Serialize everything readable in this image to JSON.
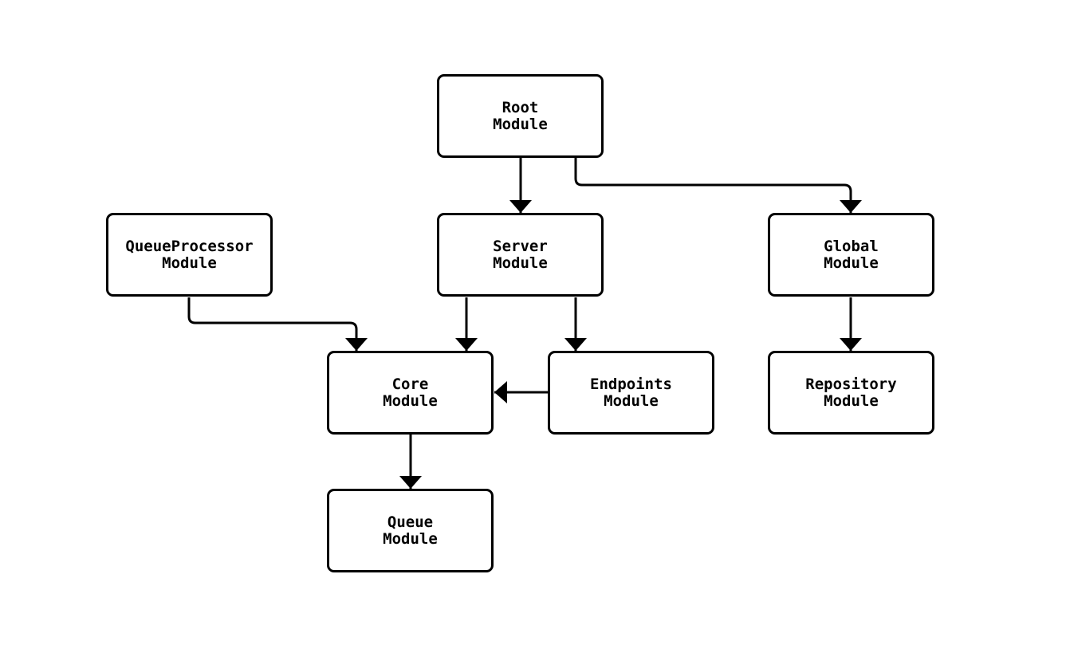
{
  "diagram": {
    "type": "module-dependency-flowchart",
    "nodes": [
      {
        "id": "root",
        "line1": "Root",
        "line2": "Module"
      },
      {
        "id": "queueprocessor",
        "line1": "QueueProcessor",
        "line2": "Module"
      },
      {
        "id": "server",
        "line1": "Server",
        "line2": "Module"
      },
      {
        "id": "global",
        "line1": "Global",
        "line2": "Module"
      },
      {
        "id": "core",
        "line1": "Core",
        "line2": "Module"
      },
      {
        "id": "endpoints",
        "line1": "Endpoints",
        "line2": "Module"
      },
      {
        "id": "repository",
        "line1": "Repository",
        "line2": "Module"
      },
      {
        "id": "queue",
        "line1": "Queue",
        "line2": "Module"
      }
    ],
    "edges": [
      {
        "from": "Root Module",
        "to": "Server Module"
      },
      {
        "from": "Root Module",
        "to": "Global Module"
      },
      {
        "from": "QueueProcessor Module",
        "to": "Core Module"
      },
      {
        "from": "Server Module",
        "to": "Core Module"
      },
      {
        "from": "Server Module",
        "to": "Endpoints Module"
      },
      {
        "from": "Global Module",
        "to": "Repository Module"
      },
      {
        "from": "Endpoints Module",
        "to": "Core Module"
      },
      {
        "from": "Core Module",
        "to": "Queue Module"
      }
    ],
    "colors": {
      "background": "#ffffff",
      "node_fill": "#ffffff",
      "node_border": "#000000",
      "edge": "#000000",
      "text": "#000000"
    }
  }
}
